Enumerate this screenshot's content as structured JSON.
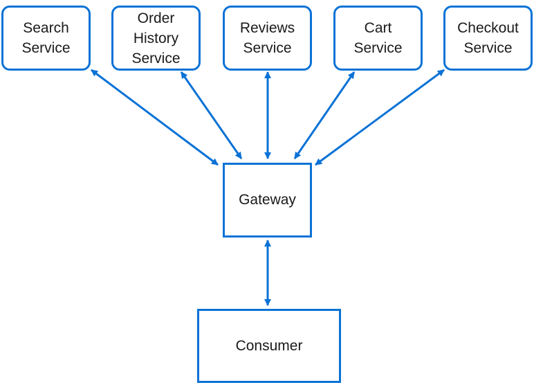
{
  "colors": {
    "accent": "#0a72d6",
    "text": "#1a1a1a"
  },
  "services": [
    {
      "id": "search",
      "label": "Search\nService"
    },
    {
      "id": "order-history",
      "label": "Order\nHistory\nService"
    },
    {
      "id": "reviews",
      "label": "Reviews\nService"
    },
    {
      "id": "cart",
      "label": "Cart\nService"
    },
    {
      "id": "checkout",
      "label": "Checkout\nService"
    }
  ],
  "gateway": {
    "label": "Gateway"
  },
  "consumer": {
    "label": "Consumer"
  },
  "connections": [
    {
      "from": "gateway",
      "to": "search",
      "bidirectional": true
    },
    {
      "from": "gateway",
      "to": "order-history",
      "bidirectional": true
    },
    {
      "from": "gateway",
      "to": "reviews",
      "bidirectional": true
    },
    {
      "from": "gateway",
      "to": "cart",
      "bidirectional": true
    },
    {
      "from": "gateway",
      "to": "checkout",
      "bidirectional": true
    },
    {
      "from": "consumer",
      "to": "gateway",
      "bidirectional": true
    }
  ]
}
